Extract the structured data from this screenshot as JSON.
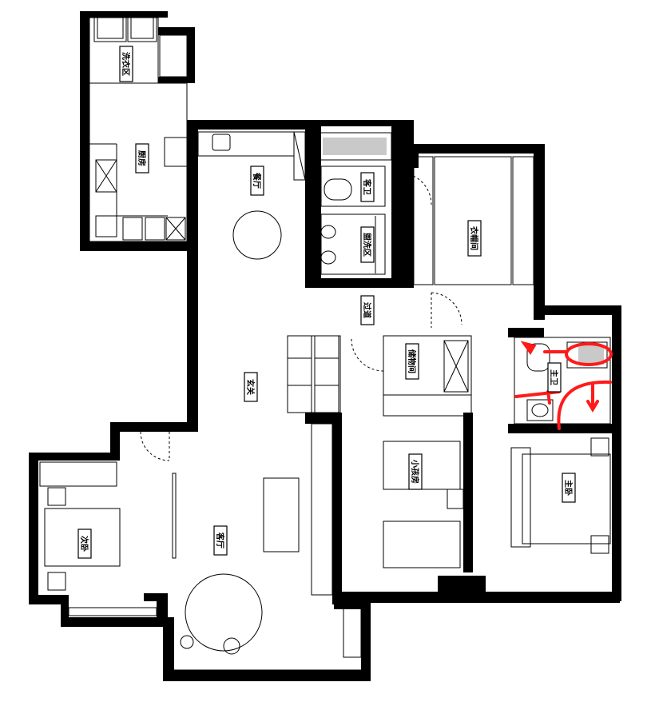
{
  "plan": {
    "rooms": [
      {
        "id": "laundry",
        "label": "洗衣区",
        "vertical": true
      },
      {
        "id": "kitchen",
        "label": "厨房",
        "vertical": true
      },
      {
        "id": "dining",
        "label": "餐厅",
        "vertical": true
      },
      {
        "id": "guest-bath",
        "label": "客卫",
        "vertical": true
      },
      {
        "id": "wash-area",
        "label": "盥洗区",
        "vertical": true
      },
      {
        "id": "cloakroom",
        "label": "衣帽间",
        "vertical": true
      },
      {
        "id": "corridor",
        "label": "过道",
        "vertical": true
      },
      {
        "id": "entrance",
        "label": "玄关",
        "vertical": true
      },
      {
        "id": "storage",
        "label": "储物间",
        "vertical": true
      },
      {
        "id": "small-bedroom",
        "label": "小孩房",
        "vertical": true
      },
      {
        "id": "master-bath",
        "label": "主卫",
        "vertical": true
      },
      {
        "id": "master-bedroom",
        "label": "主卧",
        "vertical": true
      },
      {
        "id": "second-bedroom",
        "label": "次卧",
        "vertical": true
      },
      {
        "id": "living-room",
        "label": "客厅",
        "vertical": true
      }
    ],
    "annotation_color": "#ff1a1a",
    "wall_color": "#000000"
  }
}
